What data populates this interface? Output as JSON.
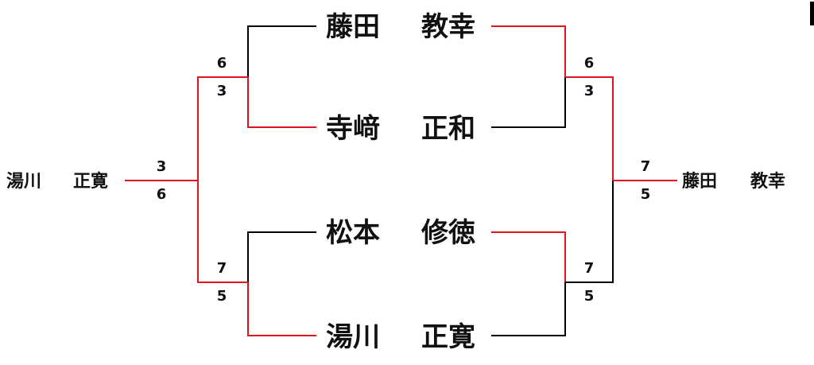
{
  "players": {
    "r1_a_first": "藤田",
    "r1_a_last": "教幸",
    "r1_b_first": "寺﨑",
    "r1_b_last": "正和",
    "r1_c_first": "松本",
    "r1_c_last": "修徳",
    "r1_d_first": "湯川",
    "r1_d_last": "正寛"
  },
  "left_result": {
    "first": "湯川",
    "last": "正寛"
  },
  "right_result": {
    "first": "藤田",
    "last": "教幸"
  },
  "scores": {
    "left_top": [
      "6",
      "3"
    ],
    "left_bottom": [
      "7",
      "5"
    ],
    "left_final": [
      "3",
      "6"
    ],
    "right_top": [
      "6",
      "3"
    ],
    "right_bottom": [
      "7",
      "5"
    ],
    "right_final": [
      "7",
      "5"
    ]
  },
  "colors": {
    "winner_line": "#e0141e",
    "loser_line": "#000000"
  }
}
